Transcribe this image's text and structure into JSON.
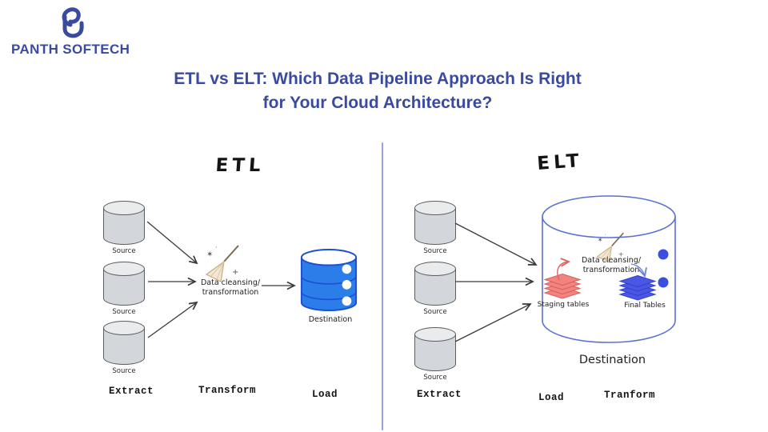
{
  "brand": {
    "name_bold": "PANTH",
    "name_light": "SOFTECH"
  },
  "title": "ETL vs ELT: Which Data Pipeline Approach Is Right for Your Cloud Architecture?",
  "colors": {
    "accent": "#3a4a9e",
    "divider": "#9a9ee8",
    "destination_blue": "#2b7de9",
    "big_cylinder_outline": "#5c6fd5",
    "staging_red": "#f2837f",
    "final_blue": "#4a57e6",
    "dot_blue": "#3a4ee0",
    "source_gray": "#d3d6da",
    "arrow_dark": "#3a3a3a"
  },
  "icons": {
    "logo": "panth-softech-squiggle",
    "transform": "broom-with-sparkles",
    "source": "database-cylinder",
    "destination_etl": "stacked-blue-database",
    "destination_elt": "large-outlined-cylinder",
    "staging": "stacked-red-tables",
    "final": "stacked-blue-tables"
  },
  "etl": {
    "heading": "ETL",
    "sources": [
      {
        "label": "Source"
      },
      {
        "label": "Source"
      },
      {
        "label": "Source"
      }
    ],
    "transform_line1": "Data cleansing/",
    "transform_line2": "transformation",
    "destination_label": "Destination",
    "steps": [
      "Extract",
      "Transform",
      "Load"
    ]
  },
  "elt": {
    "heading": "ELT",
    "sources": [
      {
        "label": "Source"
      },
      {
        "label": "Source"
      },
      {
        "label": "Source"
      }
    ],
    "transform_line1": "Data cleansing/",
    "transform_line2": "transformation",
    "staging_label": "Staging tables",
    "final_label": "Final Tables",
    "destination_label": "Destination",
    "steps": [
      "Extract",
      "Load",
      "Tranform"
    ]
  }
}
